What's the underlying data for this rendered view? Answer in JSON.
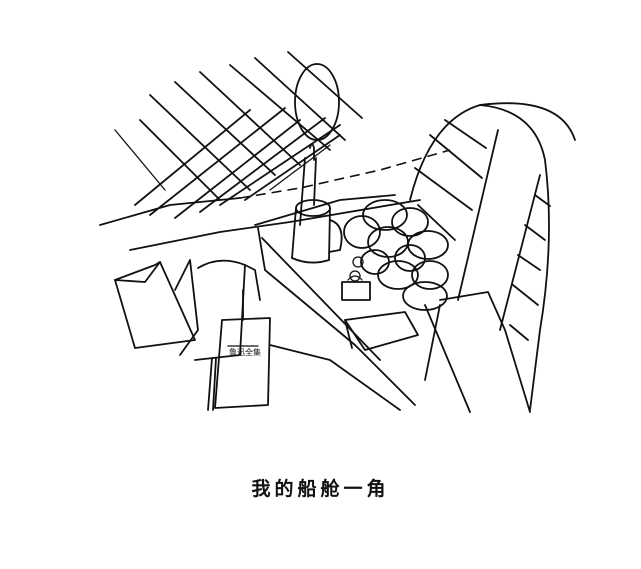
{
  "caption": {
    "text": "我的船舱一角"
  },
  "illustration": {
    "alt": "Line drawing of a corner of a ship cabin: window grid, lit candle, mug, pile of fruit, small jar, books, box and a striped chair",
    "book_spine_label": "鲁迅全集"
  }
}
